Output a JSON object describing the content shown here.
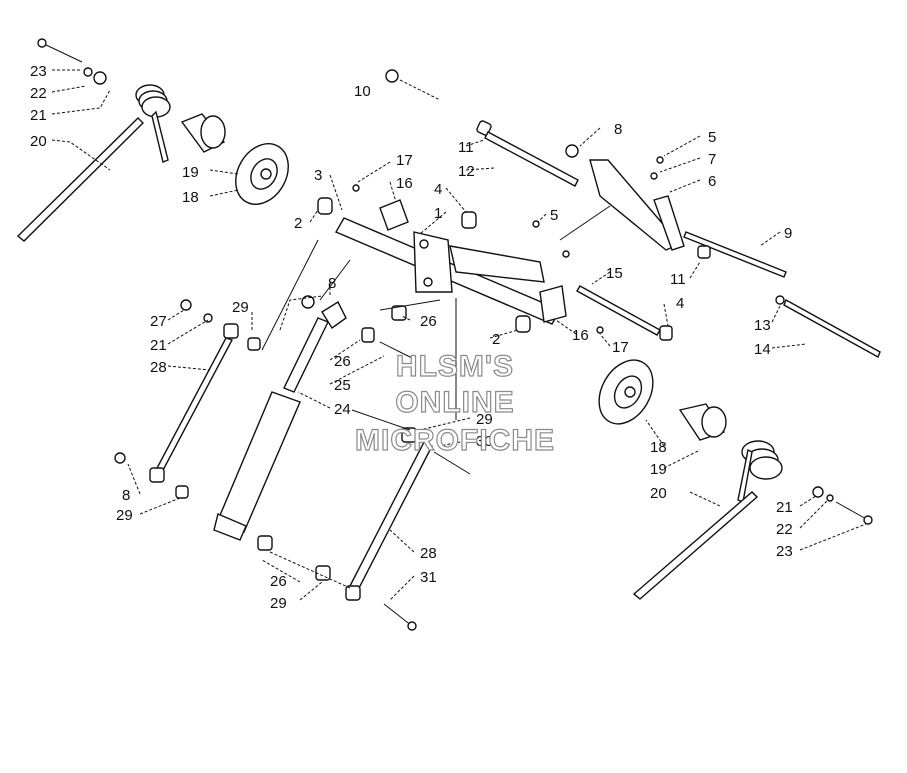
{
  "watermark": {
    "line1": "HLSM'S",
    "line2": "ONLINE",
    "line3": "MICROFICHE"
  },
  "callouts": {
    "c1": "1",
    "c2a": "2",
    "c2b": "2",
    "c3": "3",
    "c4a": "4",
    "c4b": "4",
    "c5a": "5",
    "c5b": "5",
    "c6": "6",
    "c7": "7",
    "c8a": "8",
    "c8b": "8",
    "c8c": "8",
    "c9": "9",
    "c10": "10",
    "c11a": "11",
    "c11b": "11",
    "c12": "12",
    "c13": "13",
    "c14": "14",
    "c15": "15",
    "c16a": "16",
    "c16b": "16",
    "c17a": "17",
    "c17b": "17",
    "c18a": "18",
    "c18b": "18",
    "c19a": "19",
    "c19b": "19",
    "c20a": "20",
    "c20b": "20",
    "c21a": "21",
    "c21b": "21",
    "c21c": "21",
    "c22a": "22",
    "c22b": "22",
    "c23a": "23",
    "c23b": "23",
    "c24": "24",
    "c25": "25",
    "c26a": "26",
    "c26b": "26",
    "c26c": "26",
    "c27": "27",
    "c28a": "28",
    "c28b": "28",
    "c29a": "29",
    "c29b": "29",
    "c29c": "29",
    "c29d": "29",
    "c30": "30",
    "c31": "31"
  }
}
